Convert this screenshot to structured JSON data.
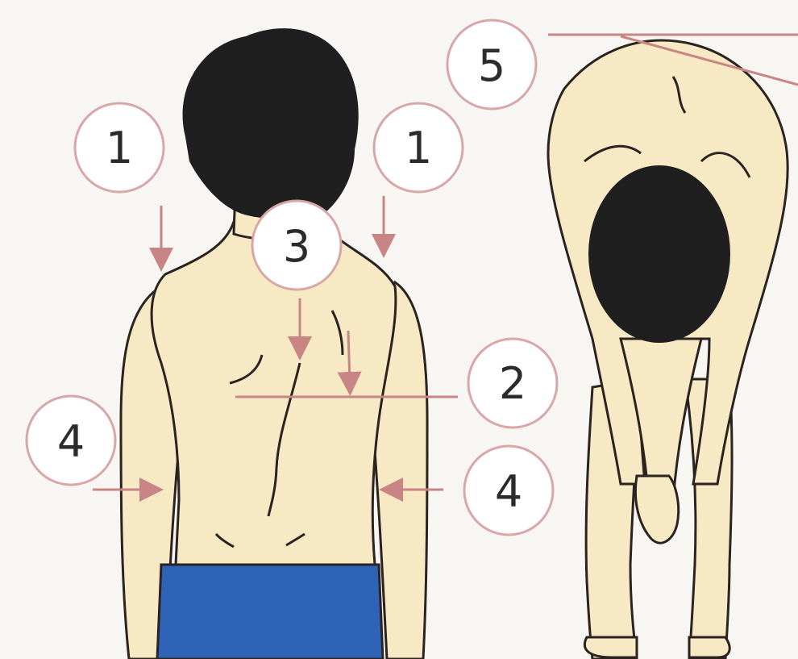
{
  "colors": {
    "background": "#f7f6f3",
    "skin": "#f6e9c4",
    "outline": "#2a2320",
    "hair": "#1f1f1f",
    "shorts": "#2f63b8",
    "marker": "#c98585",
    "badge_ring": "#d8a7a7",
    "badge_text": "#2b2b2b"
  },
  "labels": {
    "shoulder_left": "1",
    "shoulder_right": "1",
    "scapula_line": "2",
    "spine": "3",
    "waist_left": "4",
    "waist_right": "4",
    "bend_line": "5"
  }
}
